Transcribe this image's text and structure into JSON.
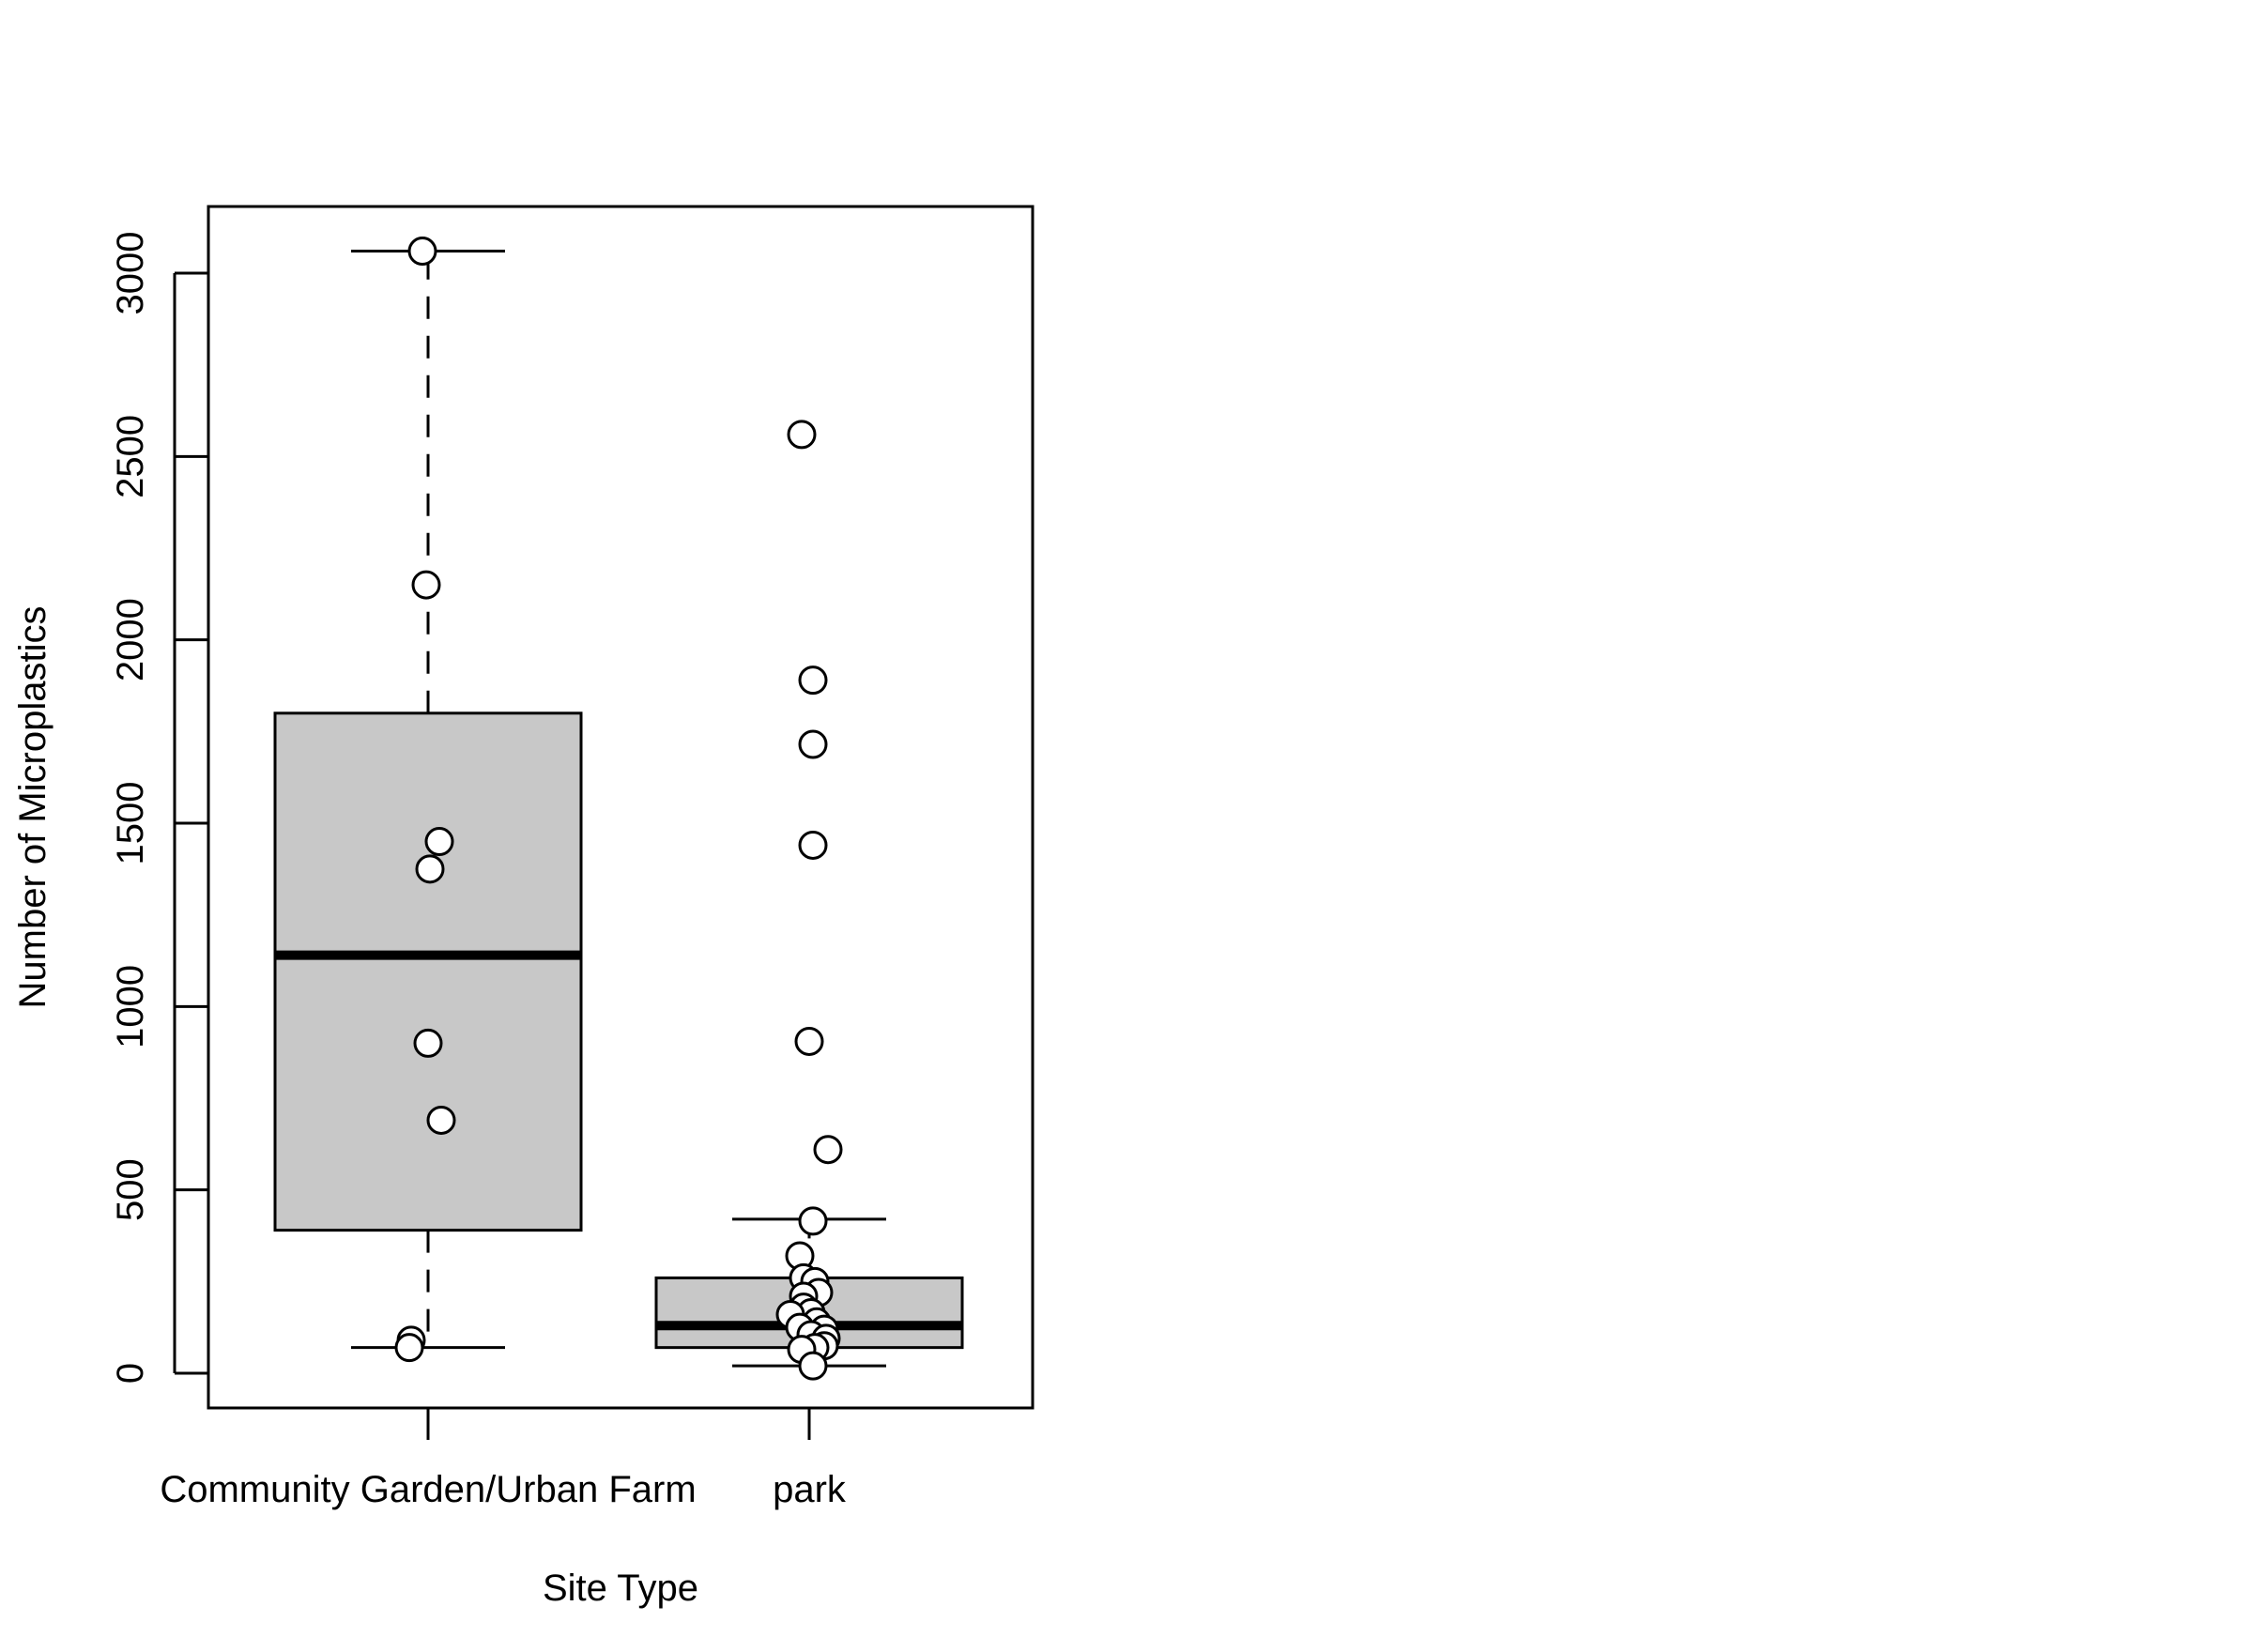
{
  "chart_data": {
    "type": "boxplot",
    "title": "",
    "xlabel": "Site Type",
    "ylabel": "Number of Microplastics",
    "ylim": [
      -100,
      3200
    ],
    "y_ticks": [
      0,
      500,
      1000,
      1500,
      2000,
      2500,
      3000
    ],
    "categories": [
      "Community Garden/Urban Farm",
      "park"
    ],
    "colors": {
      "box_fill": "#c8c8c8",
      "stroke": "#000000",
      "point_fill": "#ffffff"
    },
    "boxes": [
      {
        "category": "Community Garden/Urban Farm",
        "whisker_low": 70,
        "q1": 390,
        "median": 1140,
        "q3": 1800,
        "whisker_high": 3060,
        "points": [
          {
            "x_jitter": -0.03,
            "y": 3060
          },
          {
            "x_jitter": -0.01,
            "y": 2150
          },
          {
            "x_jitter": 0.06,
            "y": 1450
          },
          {
            "x_jitter": 0.01,
            "y": 1375
          },
          {
            "x_jitter": 0.0,
            "y": 900
          },
          {
            "x_jitter": 0.07,
            "y": 690
          },
          {
            "x_jitter": -0.09,
            "y": 90
          },
          {
            "x_jitter": -0.1,
            "y": 70
          }
        ]
      },
      {
        "category": "park",
        "whisker_low": 20,
        "q1": 70,
        "median": 130,
        "q3": 260,
        "whisker_high": 420,
        "points": [
          {
            "x_jitter": -0.04,
            "y": 2560
          },
          {
            "x_jitter": 0.02,
            "y": 1890
          },
          {
            "x_jitter": 0.02,
            "y": 1715
          },
          {
            "x_jitter": 0.02,
            "y": 1440
          },
          {
            "x_jitter": 0.0,
            "y": 905
          },
          {
            "x_jitter": 0.1,
            "y": 610
          },
          {
            "x_jitter": 0.02,
            "y": 415
          },
          {
            "x_jitter": -0.05,
            "y": 320
          },
          {
            "x_jitter": -0.03,
            "y": 260
          },
          {
            "x_jitter": 0.03,
            "y": 250
          },
          {
            "x_jitter": 0.05,
            "y": 220
          },
          {
            "x_jitter": -0.03,
            "y": 210
          },
          {
            "x_jitter": -0.03,
            "y": 180
          },
          {
            "x_jitter": 0.01,
            "y": 165
          },
          {
            "x_jitter": -0.1,
            "y": 160
          },
          {
            "x_jitter": 0.04,
            "y": 140
          },
          {
            "x_jitter": -0.05,
            "y": 125
          },
          {
            "x_jitter": 0.08,
            "y": 120
          },
          {
            "x_jitter": 0.01,
            "y": 105
          },
          {
            "x_jitter": 0.09,
            "y": 95
          },
          {
            "x_jitter": 0.08,
            "y": 75
          },
          {
            "x_jitter": 0.03,
            "y": 70
          },
          {
            "x_jitter": -0.04,
            "y": 65
          },
          {
            "x_jitter": 0.02,
            "y": 20
          }
        ]
      }
    ]
  }
}
